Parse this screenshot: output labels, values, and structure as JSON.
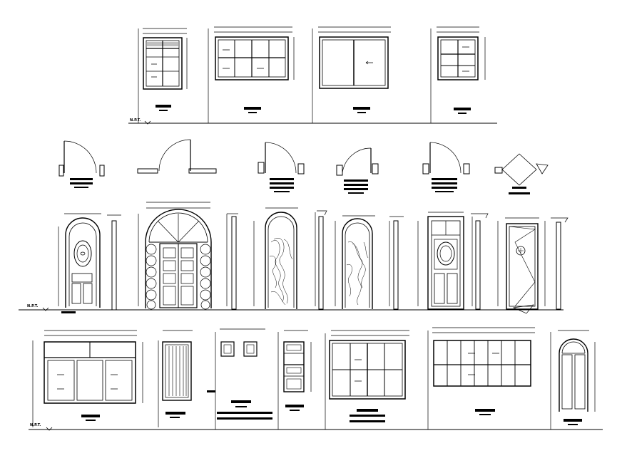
{
  "drawing": {
    "level_markers": [
      {
        "id": "lvl1",
        "label": "N.P.T."
      },
      {
        "id": "lvl2",
        "label": "N.P.T."
      },
      {
        "id": "lvl3",
        "label": "N.P.T."
      }
    ],
    "rows": [
      {
        "name": "window-elevations-row",
        "count": 4
      },
      {
        "name": "door-swing-plans-row",
        "count": 6
      },
      {
        "name": "door-elevations-row",
        "count": 6
      },
      {
        "name": "window-door-elevations-row",
        "count": 7
      }
    ]
  }
}
